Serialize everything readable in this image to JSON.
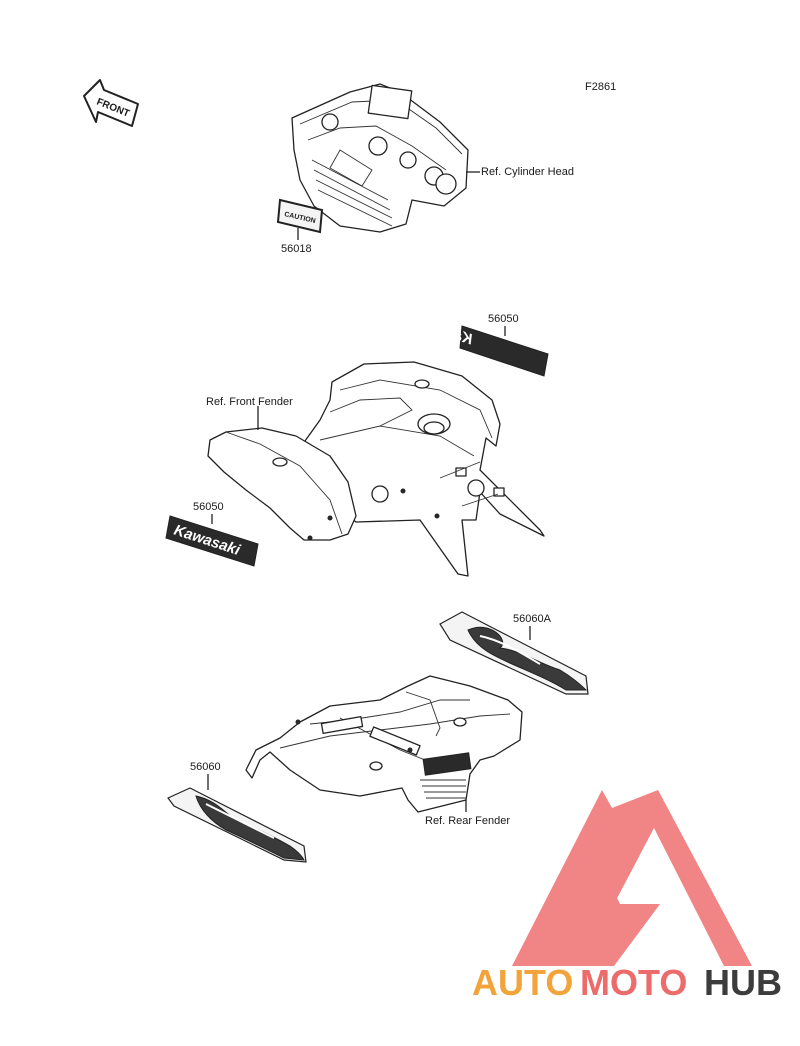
{
  "figure_id": "F2861",
  "front_arrow_label": "FRONT",
  "parts": {
    "cylinder_head_decal": "56018",
    "tank_decal": "56050",
    "fender_decal": "56050",
    "rear_decal_right": "56060A",
    "rear_decal_left": "56060"
  },
  "references": {
    "cylinder_head": "Ref. Cylinder Head",
    "front_fender": "Ref. Front Fender",
    "rear_fender": "Ref. Rear Fender"
  },
  "decal_text": {
    "kawasaki": "Kawasaki",
    "caution": "CAUTION"
  },
  "watermark": {
    "part1": "AUTO",
    "part2": "MOTO",
    "part3": "HUB",
    "colors": {
      "auto": "#f2a33a",
      "moto": "#ec6b6b",
      "hub": "#3c3c3c",
      "triangle": "#ee6f6f"
    }
  }
}
